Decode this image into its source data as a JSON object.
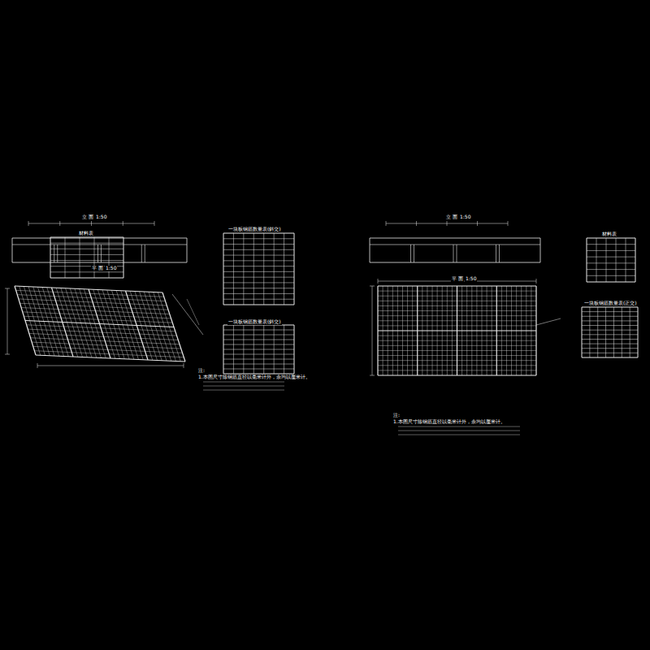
{
  "diagram": {
    "labels": [
      "立 面",
      "1:50",
      "平 面",
      "1:50",
      "材料表",
      "一块板钢筋数量表(斜交)",
      "一块板钢筋数量表(斜交)",
      "注:",
      "1.本图尺寸除钢筋直径以毫米计外，余均以厘米计。",
      "立 面",
      "1:50",
      "平 面",
      "1:50",
      "材料表",
      "一块板钢筋数量表(正交)",
      "注:",
      "1.本图尺寸除钢筋直径以毫米计外，余均以厘米计。"
    ]
  }
}
